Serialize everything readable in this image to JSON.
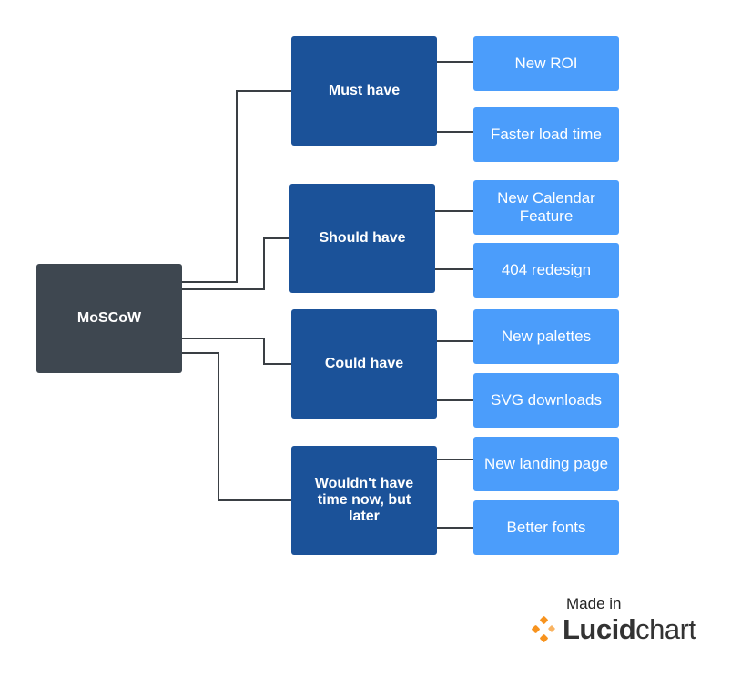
{
  "diagram": {
    "root": {
      "label": "MoSCoW"
    },
    "categories": [
      {
        "label": "Must have",
        "items": [
          "New ROI",
          "Faster load time"
        ]
      },
      {
        "label": "Should have",
        "items": [
          "New Calendar Feature",
          "404 redesign"
        ]
      },
      {
        "label": "Could have",
        "items": [
          "New palettes",
          "SVG downloads"
        ]
      },
      {
        "label": "Wouldn't have time now, but later",
        "items": [
          "New landing page",
          "Better fonts"
        ]
      }
    ]
  },
  "branding": {
    "made_in": "Made in",
    "logo_bold": "Lucid",
    "logo_light": "chart",
    "logo_icon": "lucidchart-logo-icon",
    "accent_color": "#f7931e"
  },
  "colors": {
    "root": "#3e4750",
    "category": "#1b5299",
    "item": "#4b9dfb",
    "connector": "#3a3f44"
  }
}
